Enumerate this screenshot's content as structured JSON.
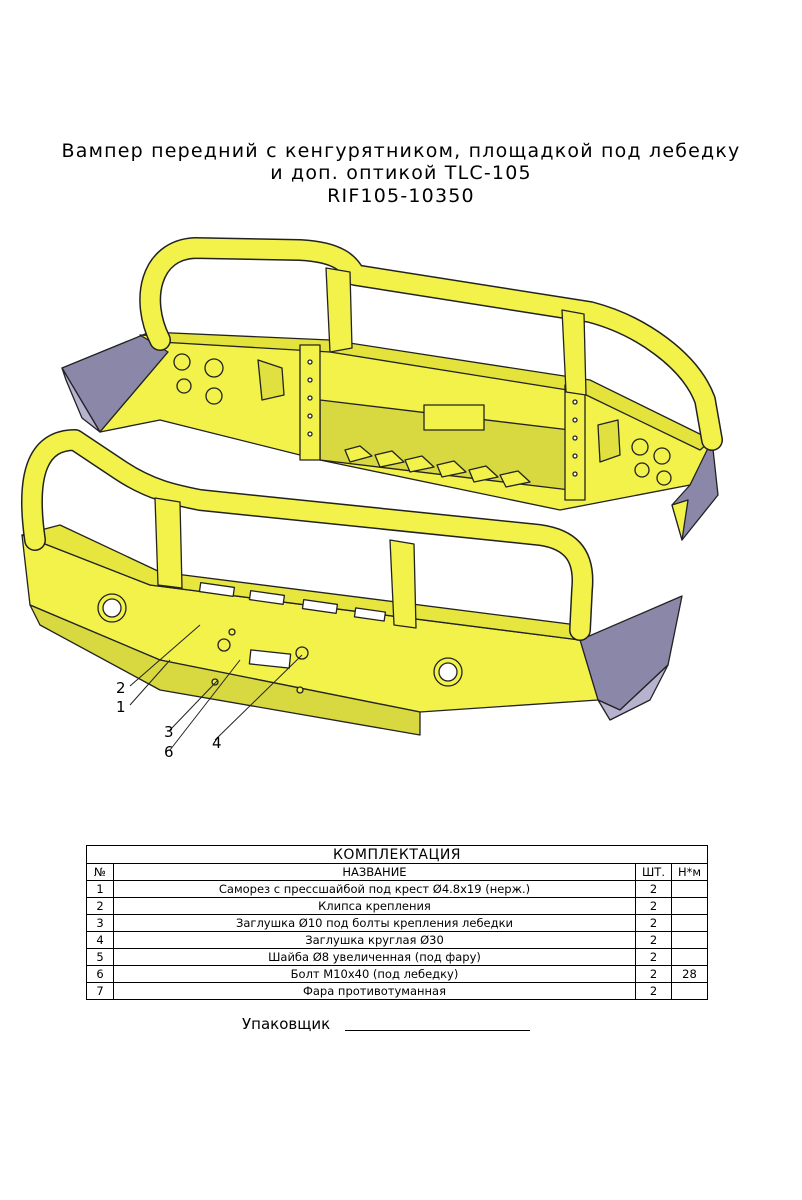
{
  "document": {
    "title_line1": "Вампер передний с кенгурятником, площадкой под лебедку",
    "title_line2": "и доп. оптикой TLC-105",
    "title_line3": "RIF105-10350"
  },
  "callouts": [
    "2",
    "1",
    "3",
    "6",
    "4"
  ],
  "colors": {
    "bumper": "#f2f24a",
    "outline": "#222222",
    "shadow": "#c8c838",
    "side": "#8b87a8"
  },
  "table": {
    "caption": "КОМПЛЕКТАЦИЯ",
    "headers": {
      "num": "№",
      "name": "НАЗВАНИЕ",
      "qty": "ШТ.",
      "torque": "Н*м"
    },
    "rows": [
      {
        "num": "1",
        "name": "Саморез с прессшайбой под крест Ø4.8x19 (нерж.)",
        "qty": "2",
        "torque": ""
      },
      {
        "num": "2",
        "name": "Клипса крепления",
        "qty": "2",
        "torque": ""
      },
      {
        "num": "3",
        "name": "Заглушка Ø10 под болты крепления лебедки",
        "qty": "2",
        "torque": ""
      },
      {
        "num": "4",
        "name": "Заглушка круглая Ø30",
        "qty": "2",
        "torque": ""
      },
      {
        "num": "5",
        "name": "Шайба Ø8 увеличенная (под фару)",
        "qty": "2",
        "torque": ""
      },
      {
        "num": "6",
        "name": "Болт M10x40 (под лебедку)",
        "qty": "2",
        "torque": "28"
      },
      {
        "num": "7",
        "name": "Фара противотуманная",
        "qty": "2",
        "torque": ""
      }
    ]
  },
  "packer": {
    "label": "Упаковщик"
  }
}
